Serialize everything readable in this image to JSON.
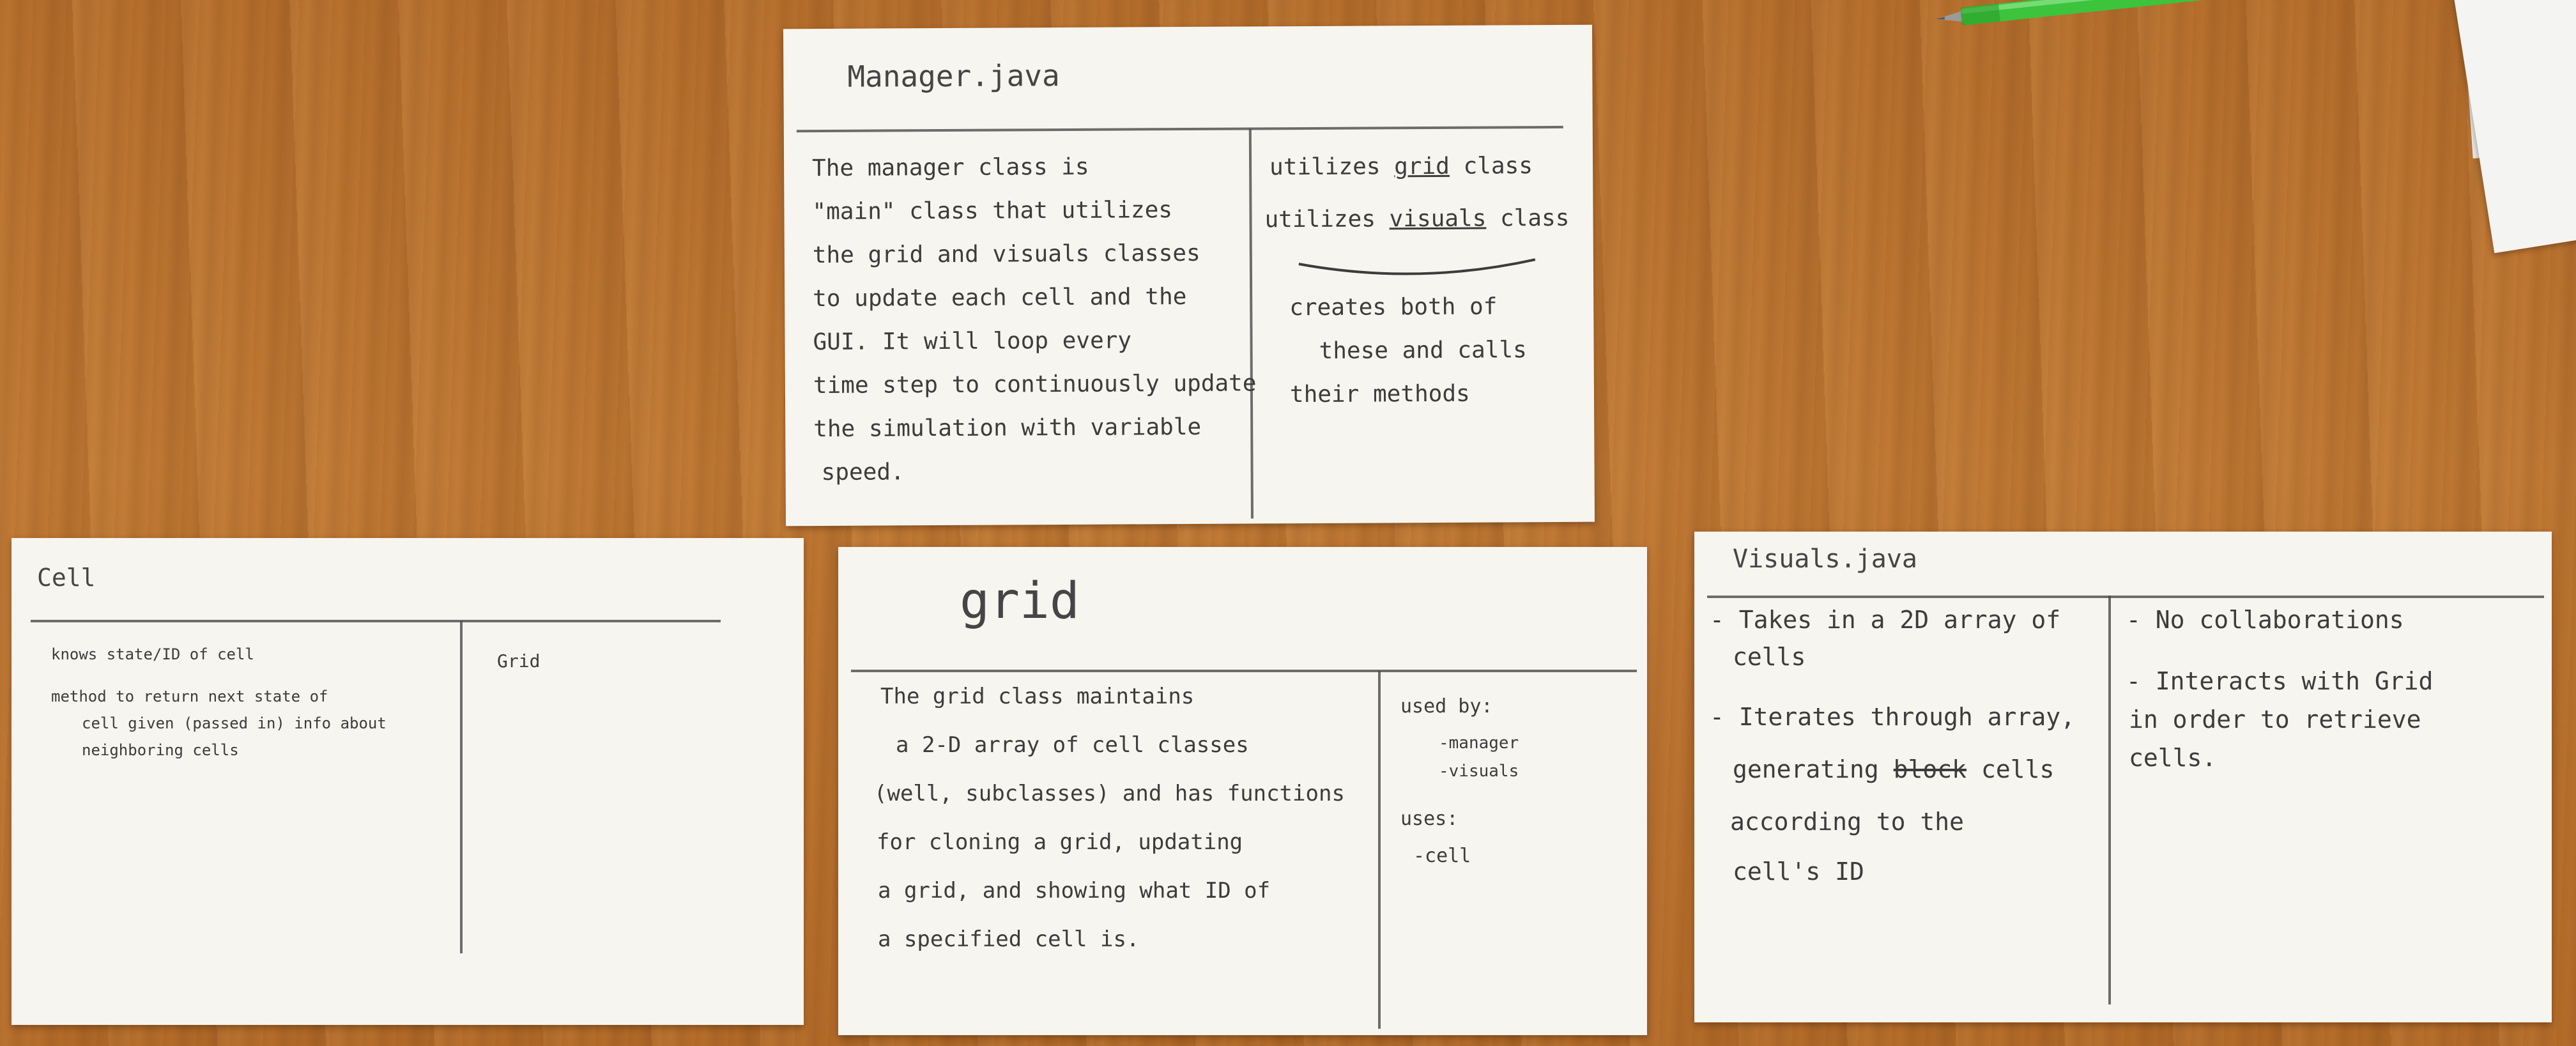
{
  "cards": {
    "manager": {
      "title": "Manager.java",
      "description": [
        "The manager class is",
        "\"main\" class that utilizes",
        "the grid and visuals classes",
        "to update each cell and the",
        "GUI. It will loop every",
        "time step to continuously update",
        "the simulation with variable",
        "speed."
      ],
      "collaborators": {
        "line1_pre": "utilizes ",
        "line1_word": "grid",
        "line1_post": " class",
        "line2_pre": "utilizes ",
        "line2_word": "visuals",
        "line2_post": " class",
        "line3": "creates both of",
        "line4": "these and calls",
        "line5": "their methods"
      }
    },
    "cell": {
      "title": "Cell",
      "responsibilities": [
        "knows state/ID of cell",
        "method to return next state of",
        "cell given (passed in) info about",
        "neighboring cells"
      ],
      "collaborator": "Grid"
    },
    "grid": {
      "title": "grid",
      "description": [
        "The grid class maintains",
        "a 2-D array of cell classes",
        "(well, subclasses) and has functions",
        "for cloning a grid, updating",
        "a grid, and showing what ID of",
        "a specified cell is."
      ],
      "collaborators": [
        "used by:",
        "-manager",
        "-visuals",
        "uses:",
        "-cell"
      ]
    },
    "visuals": {
      "title": "Visuals.java",
      "responsibilities": [
        "- Takes in a 2D array of",
        "cells",
        "- Iterates through array,",
        "generating block cells",
        "according to the",
        "cell's ID"
      ],
      "strike_word": "block",
      "collaborators": [
        "- No collaborations",
        "- Interacts with Grid",
        "in order to retrieve",
        "cells."
      ]
    }
  },
  "colors": {
    "desk": "#c27a35",
    "card": "#f6f5f0",
    "pencil": "#3c3c3c",
    "pen": "#3cc43c"
  },
  "icons": [
    "pen-icon"
  ]
}
